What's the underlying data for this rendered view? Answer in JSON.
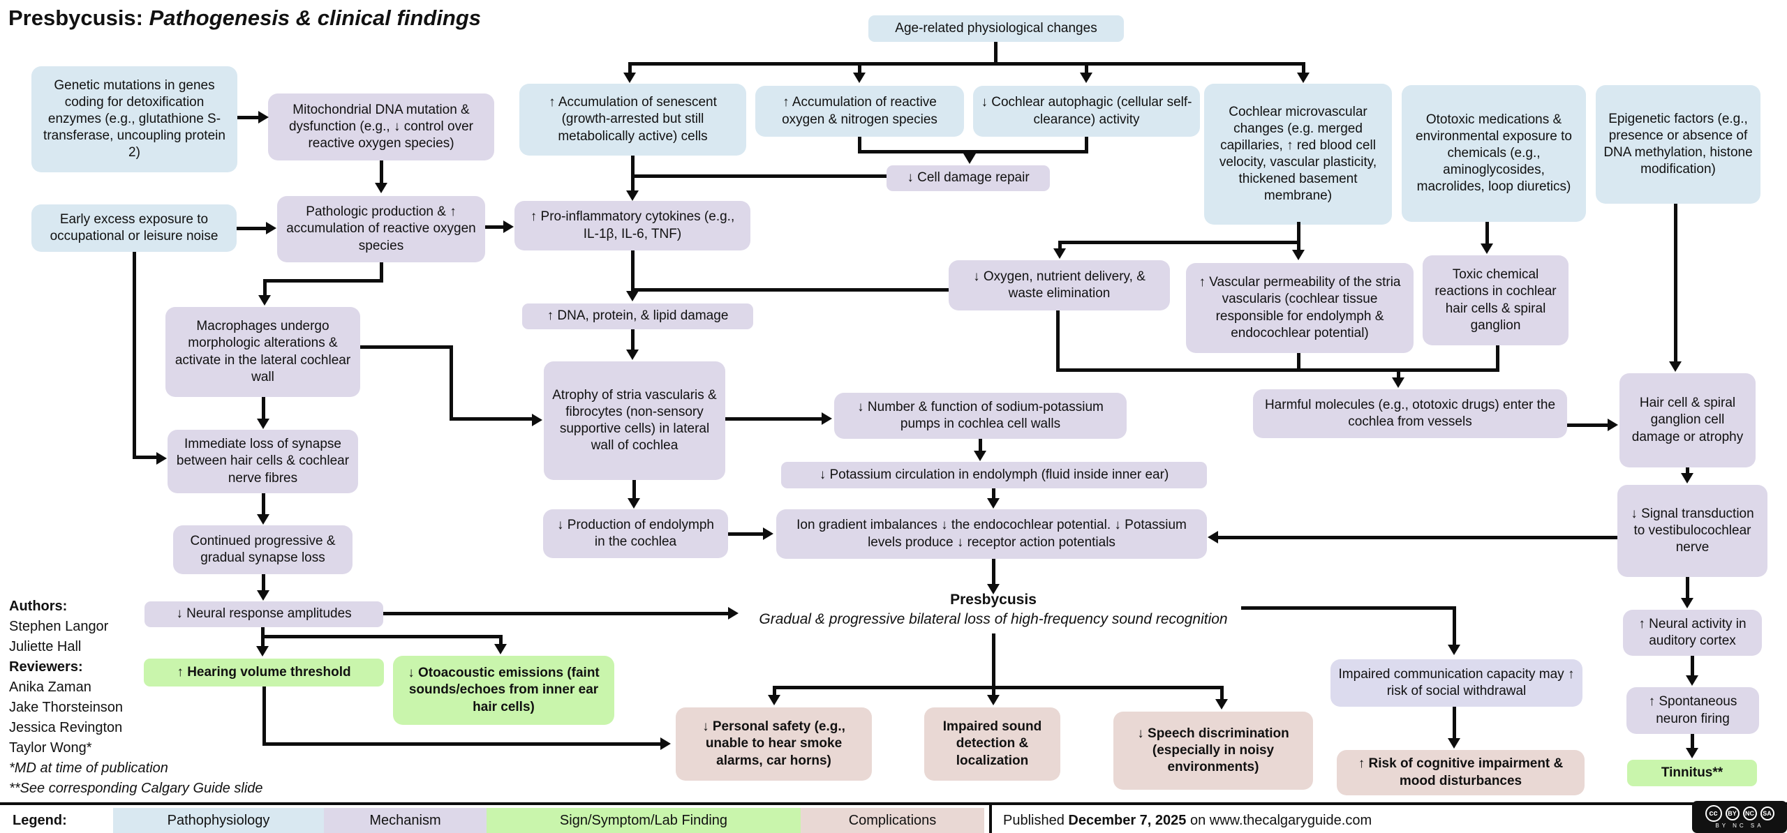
{
  "title": {
    "prefix": "Presbycusis:",
    "suffix": " Pathogenesis & clinical findings"
  },
  "nodes": {
    "genetic": "Genetic mutations in genes coding for detoxification enzymes (e.g., glutathione S-transferase, uncoupling protein 2)",
    "mitochondrial": "Mitochondrial DNA mutation & dysfunction (e.g., ↓ control over reactive oxygen species)",
    "age_related": "Age-related physiological changes",
    "senescent": "↑ Accumulation of senescent (growth-arrested but still metabolically active) cells",
    "reactive_oxygen": "↑ Accumulation of reactive oxygen & nitrogen species",
    "autophagic": "↓ Cochlear autophagic (cellular self-clearance) activity",
    "microvascular": "Cochlear microvascular changes (e.g. merged capillaries, ↑ red blood cell velocity, vascular plasticity, thickened basement membrane)",
    "ototoxic": "Ototoxic medications & environmental exposure to chemicals (e.g., aminoglycosides, macrolides, loop diuretics)",
    "epigenetic": "Epigenetic factors (e.g., presence or absence of DNA methylation, histone modification)",
    "early_noise": "Early excess exposure to occupational or leisure noise",
    "cell_damage_repair": "↓ Cell damage repair",
    "pathologic_ros": "Pathologic production & ↑ accumulation of reactive oxygen species",
    "cytokines": "↑ Pro-inflammatory cytokines (e.g., IL-1β, IL-6, TNF)",
    "oxygen_delivery": "↓ Oxygen, nutrient delivery, & waste elimination",
    "vascular_permeability": "↑ Vascular permeability of the stria vascularis (cochlear tissue responsible for endolymph & endocochlear potential)",
    "toxic_chemical": "Toxic chemical reactions in cochlear hair cells & spiral ganglion",
    "macrophages": "Macrophages undergo morphologic alterations & activate in the lateral cochlear wall",
    "dna_damage": "↑ DNA, protein, & lipid damage",
    "atrophy_stria": "Atrophy of stria vascularis & fibrocytes (non-sensory supportive cells) in lateral wall of cochlea",
    "pumps": "↓ Number & function of sodium-potassium pumps in cochlea cell walls",
    "harmful_molecules": "Harmful molecules (e.g., ototoxic drugs) enter the cochlea from vessels",
    "hair_cell_damage": "Hair cell & spiral ganglion cell damage or atrophy",
    "immediate_loss": "Immediate loss of synapse between hair cells & cochlear nerve fibres",
    "potassium_circulation": "↓ Potassium circulation in endolymph (fluid inside inner ear)",
    "production_endolymph": "↓ Production of endolymph in the cochlea",
    "ion_gradient": "Ion gradient imbalances ↓ the endocochlear potential. ↓ Potassium levels produce ↓ receptor action potentials",
    "signal_transduction": "↓ Signal transduction to vestibulocochlear nerve",
    "continued_loss": "Continued progressive & gradual synapse loss",
    "neural_response": "↓ Neural response amplitudes",
    "neural_activity": "↑ Neural activity in auditory cortex",
    "spontaneous_firing": "↑ Spontaneous neuron firing",
    "impaired_communication": "Impaired communication capacity may ↑ risk of social withdrawal",
    "hearing_threshold": "↑ Hearing volume threshold",
    "otoacoustic": "↓ Otoacoustic emissions (faint sounds/echoes from inner ear hair cells)",
    "tinnitus": "Tinnitus**",
    "personal_safety": "↓ Personal safety (e.g., unable to hear smoke alarms, car horns)",
    "impaired_sound": "Impaired sound detection & localization",
    "speech_discrimination": "↓ Speech discrimination (especially in noisy environments)",
    "cognitive_risk": "↑ Risk of cognitive impairment & mood disturbances"
  },
  "center": {
    "label": "Presbycusis",
    "subtitle": "Gradual & progressive bilateral loss of high-frequency sound recognition"
  },
  "credits": {
    "lines": [
      "Authors:",
      "Stephen Langor",
      "Juliette Hall",
      "Reviewers:",
      "Anika Zaman",
      "Jake Thorsteinson",
      "Jessica Revington",
      "Taylor Wong*",
      "*MD at time of publication",
      "**See corresponding Calgary Guide slide"
    ]
  },
  "legend": {
    "label": "Legend:",
    "items": [
      {
        "label": "Pathophysiology",
        "color": "#d9e8f1"
      },
      {
        "label": "Mechanism",
        "color": "#ddd8e9"
      },
      {
        "label": "Sign/Symptom/Lab Finding",
        "color": "#c9f5ac"
      },
      {
        "label": "Complications",
        "color": "#e9d8d4"
      }
    ]
  },
  "footer": {
    "published_prefix": "Published ",
    "published_date": "December 7, 2025",
    "published_suffix": " on www.thecalgaryguide.com",
    "license": {
      "badges": [
        "cc",
        "BY",
        "NC",
        "SA"
      ],
      "caption": "BY NC SA"
    }
  },
  "colors": {
    "pathophysiology": "#d9e8f1",
    "mechanism": "#ddd8e9",
    "sign_symptom": "#c9f5ac",
    "complication": "#e9d8d4",
    "impaired_comm_box": "#dcdbee",
    "line": "#0d0d0d",
    "background": "#ffffff"
  }
}
